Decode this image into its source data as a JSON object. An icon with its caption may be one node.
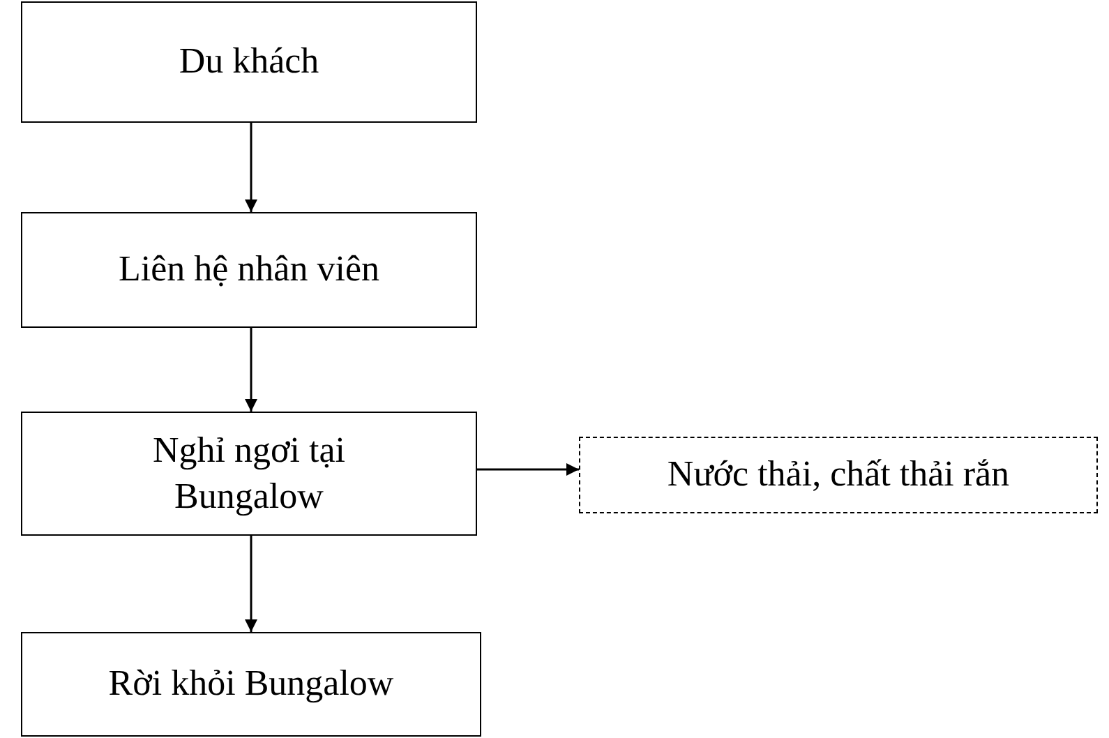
{
  "diagram": {
    "nodes": [
      {
        "text": [
          "Du khách"
        ]
      },
      {
        "text": [
          "Liên hệ nhân viên"
        ]
      },
      {
        "text": [
          "Nghỉ ngơi tại Bungalow"
        ]
      },
      {
        "text": [
          "Nước thải, chất thải rắn"
        ]
      },
      {
        "text": [
          "Rời khỏi Bungalow"
        ]
      }
    ],
    "edges": [
      {
        "from": 0,
        "to": 1,
        "arrow": "to"
      },
      {
        "from": 1,
        "to": 2,
        "arrow": "to"
      },
      {
        "from": 2,
        "to": 3,
        "arrow": "to"
      },
      {
        "from": 2,
        "to": 4,
        "arrow": "to"
      }
    ]
  }
}
